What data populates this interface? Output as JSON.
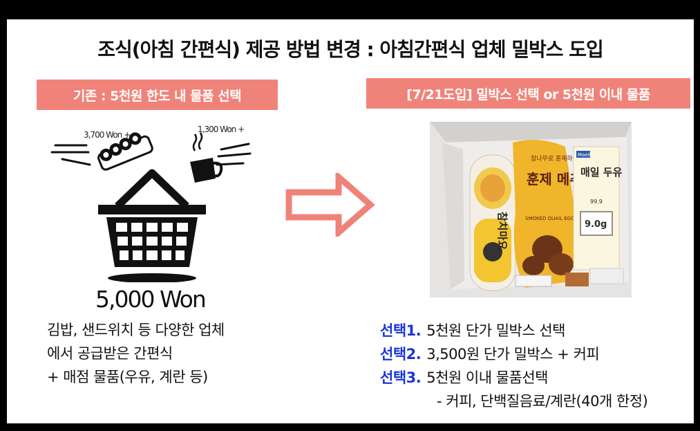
{
  "title": "조식(아침 간편식) 제공 방법 변경 : 아침간편식 업체 밀박스 도입",
  "left": {
    "banner": "기존 : 5천원 한도 내 물품 선택",
    "kimbap_price": "3,700 Won +",
    "coffee_price": "1,300 Won +",
    "total": "5,000 Won",
    "description": [
      "김밥, 샌드위치 등 다양한 업체",
      "에서 공급받은 간편식",
      "+ 매점 물품(우유, 계란 등)"
    ]
  },
  "right": {
    "banner": "[7/21도입]  밀박스 선택 or 5천원 이내 물품",
    "photo_labels": {
      "kimbap_pack": "참치마요",
      "bag_small": "참나무로 훈제하여",
      "bag_big": "훈제 메추리알",
      "bag_sub": "SMOKED QUAIL EGG",
      "milk_brand": "Maeil",
      "milk_name": "매일 두유",
      "milk_sub": "99.9",
      "milk_protein": "9.0g"
    },
    "choices": [
      {
        "label": "선택1.",
        "text": "5천원 단가 밀박스 선택"
      },
      {
        "label": "선택2.",
        "text": "3,500원 단가 밀박스 + 커피"
      },
      {
        "label": "선택3.",
        "text": "5천원 이내 물품선택"
      }
    ],
    "choice3_detail": "- 커피, 단백질음료/계란(40개 한정)"
  },
  "colors": {
    "banner": "#f08379",
    "choice_label": "#1b35d8",
    "arrow": "#f08379"
  }
}
